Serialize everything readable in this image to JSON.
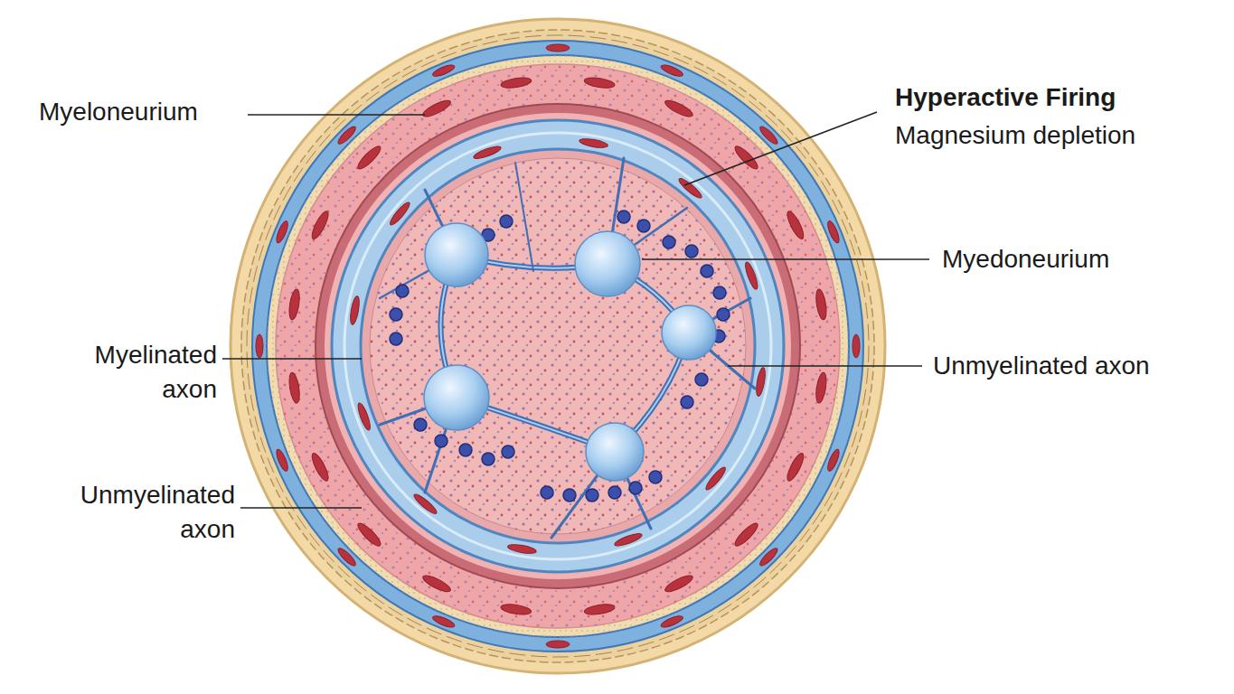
{
  "diagram": {
    "labels": [
      "Myeloneurium",
      "Hyperactive Firing",
      "Magnesium depletion",
      "Myedoneurium",
      "Myelinated axon",
      "Unmyelinated axon",
      "Unmyelinated axon"
    ]
  }
}
